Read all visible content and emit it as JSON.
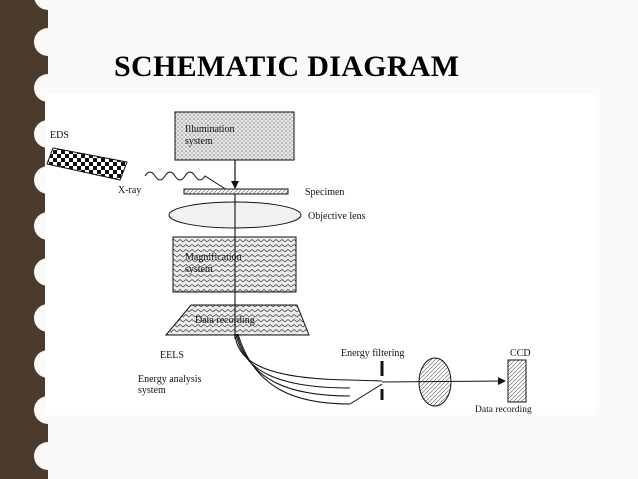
{
  "slide": {
    "title": "SCHEMATIC DIAGRAM"
  },
  "colors": {
    "sidebar_brown": "#4a3b2d",
    "scallop_cream": "#fbfaf8",
    "background": "#fbfaf8"
  },
  "diagram": {
    "illumination_system": [
      "Illumination",
      "system"
    ],
    "eds_label": "EDS",
    "xray_label": "X-ray",
    "specimen_label": "Specimen",
    "objective_lens_label": "Objective lens",
    "magnification_system": [
      "Magnification",
      "system"
    ],
    "data_recording_trapezoid": "Data recording",
    "eels_label": "EELS",
    "energy_analysis_system": [
      "Energy analysis",
      "system"
    ],
    "energy_filtering_label": "Energy filtering",
    "ccd_label": "CCD",
    "ccd_data_recording_label": "Data recording"
  }
}
